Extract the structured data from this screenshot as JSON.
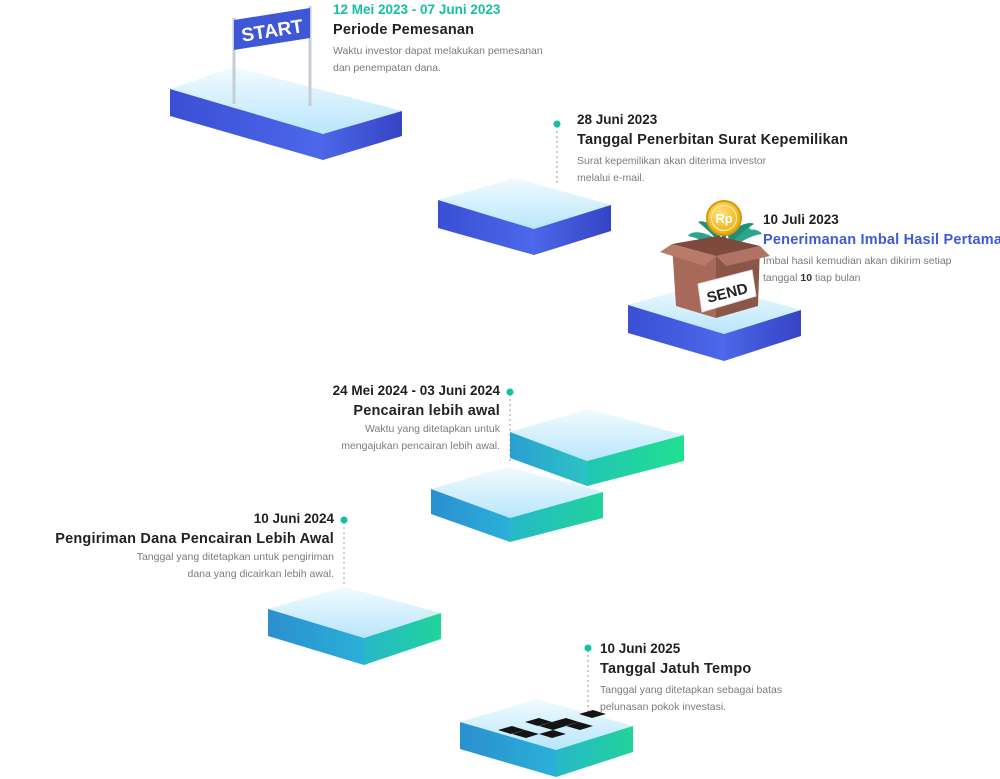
{
  "labels": {
    "start_flag": "START",
    "coin_symbol": "Rp",
    "box_label": "SEND"
  },
  "steps": [
    {
      "date": "12 Mei 2023 - 07 Juni 2023",
      "title": "Periode Pemesanan",
      "desc_lines": [
        "Waktu investor dapat melakukan pemesanan",
        "dan penempatan dana."
      ]
    },
    {
      "date": "28 Juni 2023",
      "title": "Tanggal Penerbitan Surat Kepemilikan",
      "desc_lines": [
        "Surat kepemilikan akan diterima investor",
        "melalui e-mail."
      ]
    },
    {
      "date": "10 Juli 2023",
      "title": "Penerimanan Imbal Hasil Pertama",
      "desc_line1": "Imbal hasil kemudian akan dikirim setiap",
      "desc_line2_prefix": "tanggal ",
      "desc_line2_bold": "10",
      "desc_line2_suffix": " tiap bulan"
    },
    {
      "date": "24 Mei 2024 - 03 Juni 2024",
      "title": "Pencairan lebih awal",
      "desc_lines": [
        "Waktu yang ditetapkan untuk",
        "mengajukan pencairan lebih awal."
      ]
    },
    {
      "date": "10 Juni 2024",
      "title": "Pengiriman Dana Pencairan Lebih Awal",
      "desc_lines": [
        "Tanggal yang ditetapkan untuk pengiriman",
        "dana yang dicairkan lebih awal."
      ]
    },
    {
      "date": "10 Juni 2025",
      "title": "Tanggal Jatuh Tempo",
      "desc_lines": [
        "Tanggal yang ditetapkan sebagai batas",
        "pelunasan pokok investasi."
      ]
    }
  ],
  "colors": {
    "blue_side_light": "#4a63e6",
    "blue_side_dark": "#3748c9",
    "teal_side_light": "#2aa0d4",
    "teal_side_dark": "#1fc9a0",
    "top_light": "#eaf8ff",
    "top_dark": "#bfe8fb",
    "accent_green": "#13c0a0",
    "accent_blue": "#3d5bd9",
    "coin": "#f5c020",
    "box": "#a86a58"
  }
}
